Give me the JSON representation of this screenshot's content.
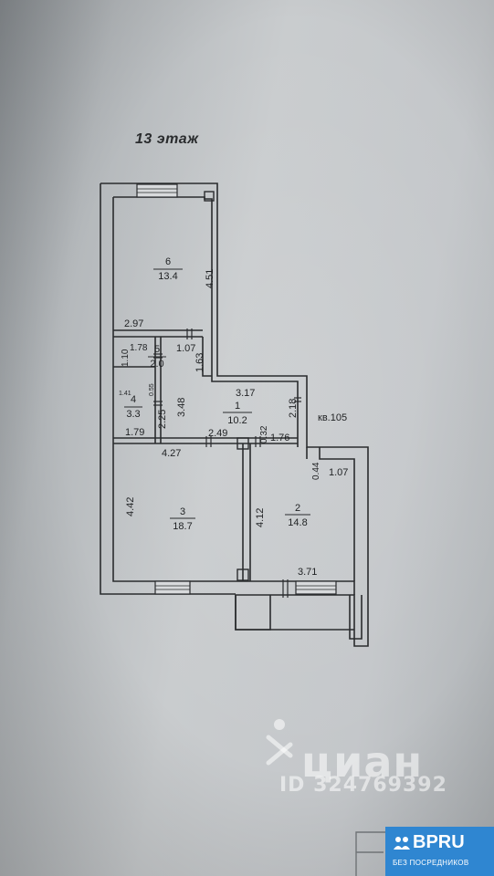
{
  "plan": {
    "floor_title": "13 этаж",
    "apartment_label": "кв.105",
    "rooms": [
      {
        "number": "6",
        "area": "13.4"
      },
      {
        "number": "5",
        "area": "2.0"
      },
      {
        "number": "4",
        "area": "3.3"
      },
      {
        "number": "1",
        "area": "10.2"
      },
      {
        "number": "3",
        "area": "18.7"
      },
      {
        "number": "2",
        "area": "14.8"
      }
    ],
    "dimensions": {
      "d_4_51": "4.51",
      "d_2_97": "2.97",
      "d_1_10": "1.10",
      "d_1_78": "1.78",
      "d_1_07_top": "1.07",
      "d_1_63": "1.63",
      "d_1_41": "1.41",
      "d_0_55": "0.55",
      "d_2_25": "2.25",
      "d_3_48": "3.48",
      "d_1_79": "1.79",
      "d_3_17": "3.17",
      "d_2_18": "2.18",
      "d_0_32": "0.32",
      "d_2_49": "2.49",
      "d_4_27": "4.27",
      "d_1_76": "1.76",
      "d_0_44": "0.44",
      "d_1_07_right": "1.07",
      "d_4_42": "4.42",
      "d_4_12": "4.12",
      "d_3_71": "3.71"
    }
  },
  "watermark": {
    "brand": "циан",
    "listing_id": "ID 324769392"
  },
  "badge": {
    "name": "BPRU",
    "subtitle": "БЕЗ ПОСРЕДНИКОВ",
    "color": "#2f86d1"
  }
}
